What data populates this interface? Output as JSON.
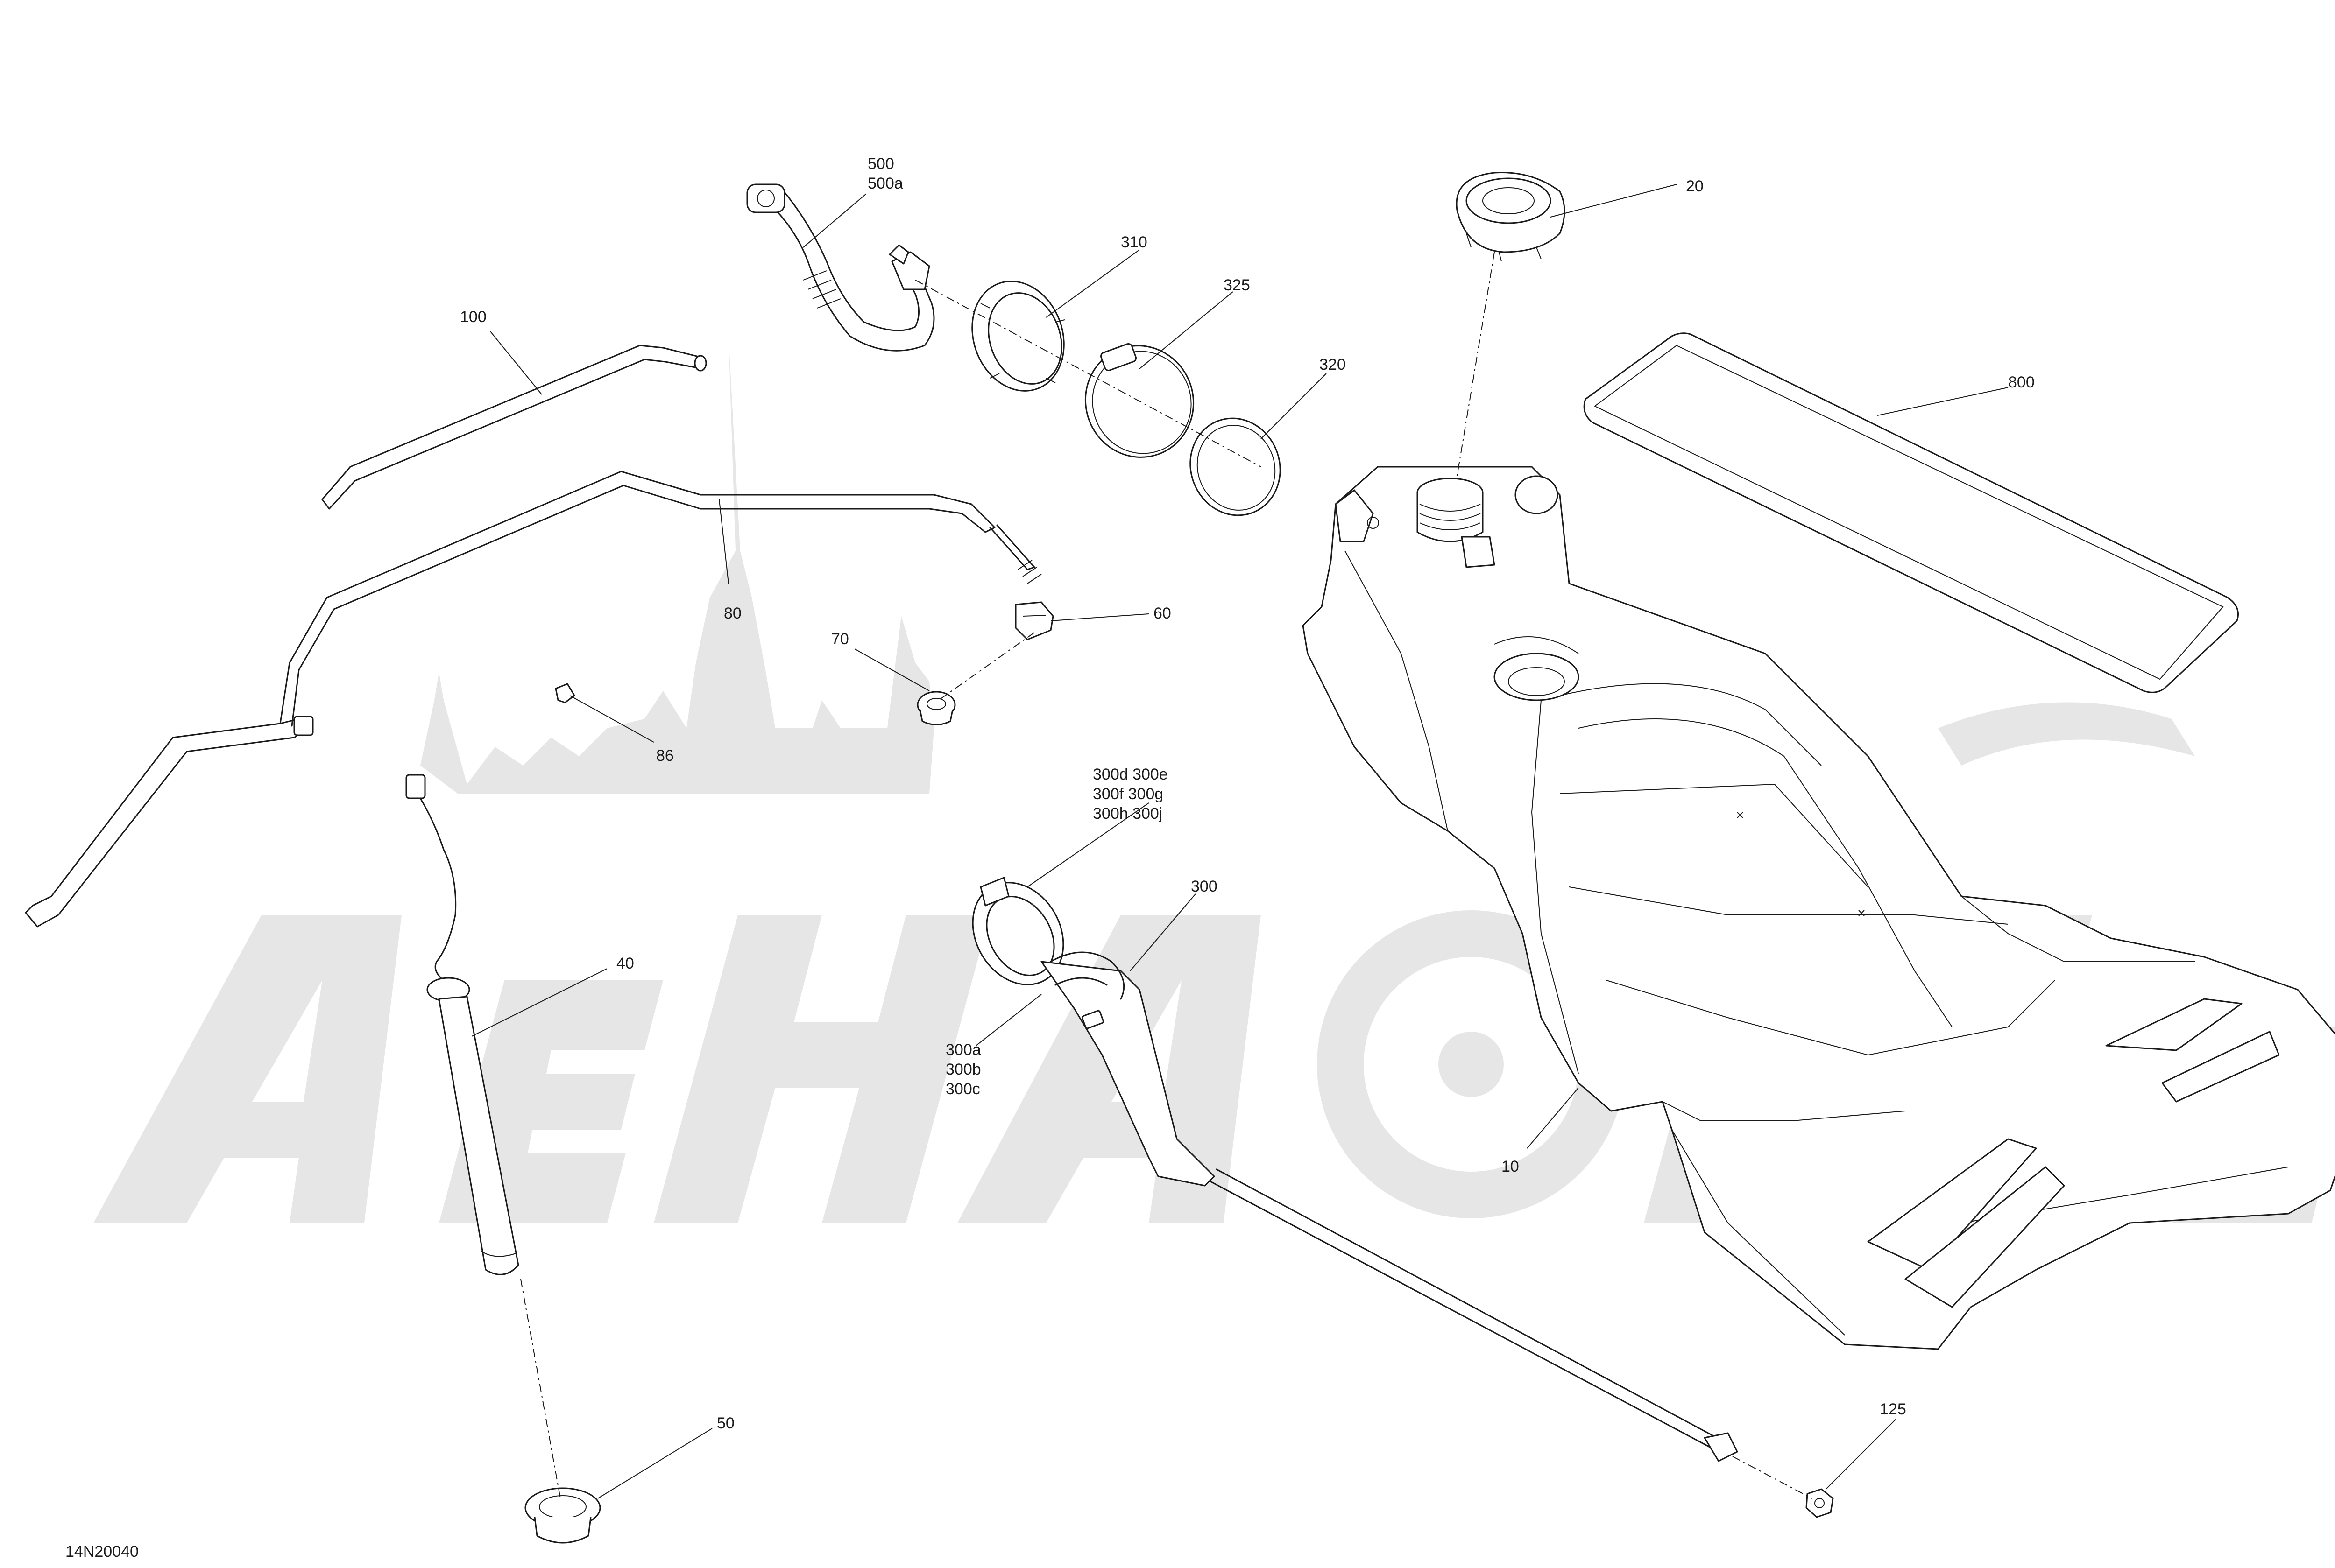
{
  "diagram": {
    "code": "14N20040",
    "callouts": [
      {
        "id": "c500",
        "lines": [
          "500",
          "500a"
        ]
      },
      {
        "id": "c20",
        "lines": [
          "20"
        ]
      },
      {
        "id": "c310",
        "lines": [
          "310"
        ]
      },
      {
        "id": "c325",
        "lines": [
          "325"
        ]
      },
      {
        "id": "c100",
        "lines": [
          "100"
        ]
      },
      {
        "id": "c320",
        "lines": [
          "320"
        ]
      },
      {
        "id": "c800",
        "lines": [
          "800"
        ]
      },
      {
        "id": "c80",
        "lines": [
          "80"
        ]
      },
      {
        "id": "c60",
        "lines": [
          "60"
        ]
      },
      {
        "id": "c70",
        "lines": [
          "70"
        ]
      },
      {
        "id": "c86",
        "lines": [
          "86"
        ]
      },
      {
        "id": "c300d",
        "lines": [
          "300d  300e",
          "300f   300g",
          "300h   300j"
        ]
      },
      {
        "id": "c300",
        "lines": [
          "300"
        ]
      },
      {
        "id": "c40",
        "lines": [
          "40"
        ]
      },
      {
        "id": "c300a",
        "lines": [
          "300a",
          "300b",
          "300c"
        ]
      },
      {
        "id": "c10",
        "lines": [
          "10"
        ]
      },
      {
        "id": "c125",
        "lines": [
          "125"
        ]
      },
      {
        "id": "c50",
        "lines": [
          "50"
        ]
      }
    ]
  }
}
